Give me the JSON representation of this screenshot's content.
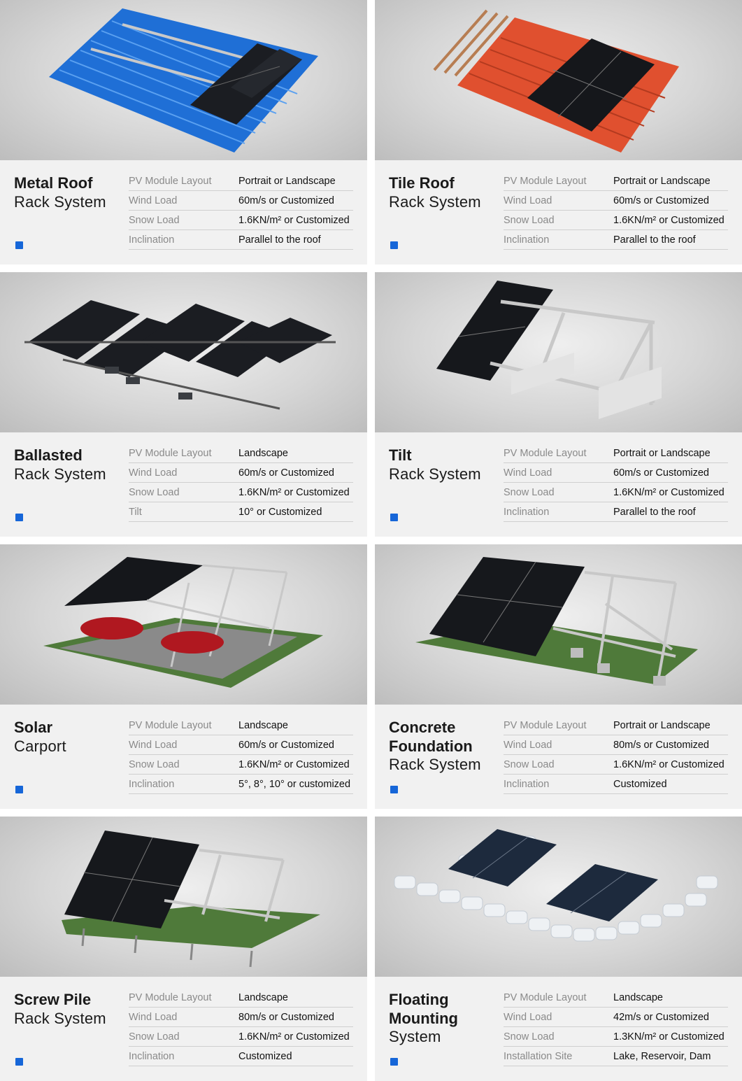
{
  "cards": [
    {
      "title_bold": "Metal Roof",
      "title_light": "Rack System",
      "image_icon": "metal-roof-solar-photo",
      "specs": [
        {
          "label": "PV Module Layout",
          "value": "Portrait or Landscape"
        },
        {
          "label": "Wind Load",
          "value": "60m/s or Customized"
        },
        {
          "label": "Snow Load",
          "value": "1.6KN/m² or Customized"
        },
        {
          "label": "Inclination",
          "value": "Parallel to the roof"
        }
      ]
    },
    {
      "title_bold": "Tile Roof",
      "title_light": "Rack System",
      "image_icon": "tile-roof-solar-photo",
      "specs": [
        {
          "label": "PV Module Layout",
          "value": "Portrait or Landscape"
        },
        {
          "label": "Wind Load",
          "value": "60m/s or Customized"
        },
        {
          "label": "Snow Load",
          "value": "1.6KN/m² or Customized"
        },
        {
          "label": "Inclination",
          "value": "Parallel to the roof"
        }
      ]
    },
    {
      "title_bold": "Ballasted",
      "title_light": "Rack System",
      "image_icon": "ballasted-rack-photo",
      "specs": [
        {
          "label": "PV Module Layout",
          "value": "Landscape"
        },
        {
          "label": "Wind Load",
          "value": "60m/s or Customized"
        },
        {
          "label": "Snow Load",
          "value": "1.6KN/m² or Customized"
        },
        {
          "label": "Tilt",
          "value": "10° or Customized"
        }
      ]
    },
    {
      "title_bold": "Tilt",
      "title_light": "Rack System",
      "image_icon": "tilt-rack-photo",
      "specs": [
        {
          "label": "PV Module Layout",
          "value": "Portrait or Landscape"
        },
        {
          "label": "Wind Load",
          "value": "60m/s or Customized"
        },
        {
          "label": "Snow Load",
          "value": "1.6KN/m² or Customized"
        },
        {
          "label": "Inclination",
          "value": "Parallel to the roof"
        }
      ]
    },
    {
      "title_bold": "Solar",
      "title_light": "Carport",
      "image_icon": "solar-carport-photo",
      "specs": [
        {
          "label": "PV Module Layout",
          "value": "Landscape"
        },
        {
          "label": "Wind Load",
          "value": "60m/s or Customized"
        },
        {
          "label": "Snow Load",
          "value": "1.6KN/m² or Customized"
        },
        {
          "label": "Inclination",
          "value": "5°, 8°, 10° or customized"
        }
      ]
    },
    {
      "title_bold": "Concrete",
      "title_bold2": "Foundation",
      "title_light": "Rack System",
      "image_icon": "concrete-foundation-photo",
      "specs": [
        {
          "label": "PV Module Layout",
          "value": "Portrait or Landscape"
        },
        {
          "label": "Wind Load",
          "value": "80m/s or Customized"
        },
        {
          "label": "Snow Load",
          "value": "1.6KN/m² or Customized"
        },
        {
          "label": "Inclination",
          "value": "Customized"
        }
      ]
    },
    {
      "title_bold": "Screw Pile",
      "title_light": "Rack System",
      "image_icon": "screw-pile-photo",
      "specs": [
        {
          "label": "PV Module Layout",
          "value": "Landscape"
        },
        {
          "label": "Wind Load",
          "value": "80m/s or Customized"
        },
        {
          "label": "Snow Load",
          "value": "1.6KN/m² or Customized"
        },
        {
          "label": "Inclination",
          "value": "Customized"
        }
      ]
    },
    {
      "title_bold": "Floating",
      "title_bold2": "Mounting",
      "title_light": "System",
      "image_icon": "floating-mount-photo",
      "specs": [
        {
          "label": "PV Module Layout",
          "value": "Landscape"
        },
        {
          "label": "Wind Load",
          "value": "42m/s or Customized"
        },
        {
          "label": "Snow Load",
          "value": "1.3KN/m² or Customized"
        },
        {
          "label": "Installation Site",
          "value": "Lake, Reservoir, Dam"
        }
      ]
    }
  ],
  "colors": {
    "accent": "#1666d8",
    "card_bg": "#f1f1f1",
    "label": "#8a8a8a",
    "value": "#111111"
  }
}
